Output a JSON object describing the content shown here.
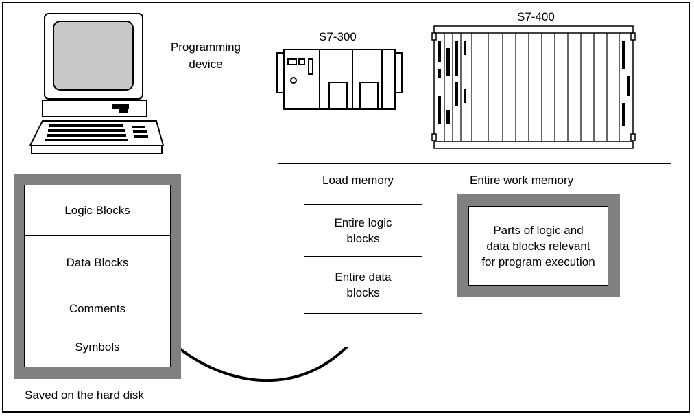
{
  "labels": {
    "programming_device": "Programming device",
    "s7_300": "S7-300",
    "s7_400": "S7-400",
    "saved_on_hard_disk": "Saved on the hard disk",
    "load_memory": "Load memory",
    "work_memory": "Entire work memory"
  },
  "hard_disk": {
    "rows": [
      "Logic Blocks",
      "Data Blocks",
      "Comments",
      "Symbols"
    ]
  },
  "load_memory": {
    "cells": [
      "Entire logic blocks",
      "Entire data blocks"
    ]
  },
  "work_memory": {
    "content": "Parts of logic and data blocks relevant for program execution"
  },
  "colors": {
    "border_gray": "#808080",
    "line": "#000000",
    "background": "#ffffff"
  }
}
